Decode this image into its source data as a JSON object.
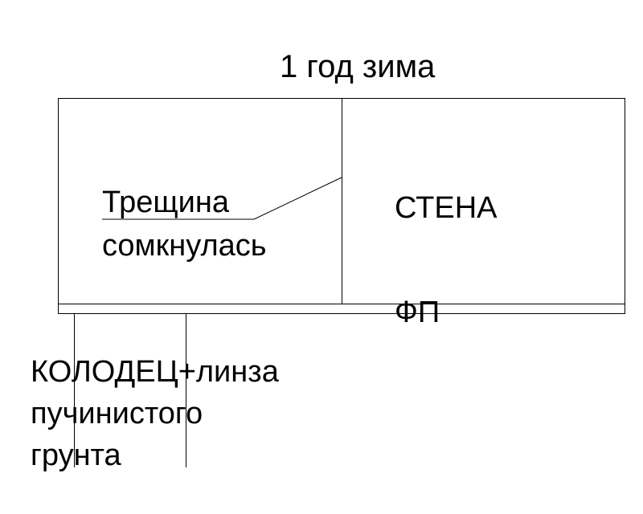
{
  "diagram": {
    "title": "1 год зима",
    "crack_label_line1": "Трещина",
    "crack_label_line2": "сомкнулась",
    "wall_label": "СТЕНА",
    "foundation_label": "ФП",
    "well_label_line1": "КОЛОДЕЦ+линза",
    "well_label_line2": "пучинистого",
    "well_label_line3": "грунта"
  },
  "colors": {
    "line": "#000000",
    "background": "#ffffff"
  }
}
